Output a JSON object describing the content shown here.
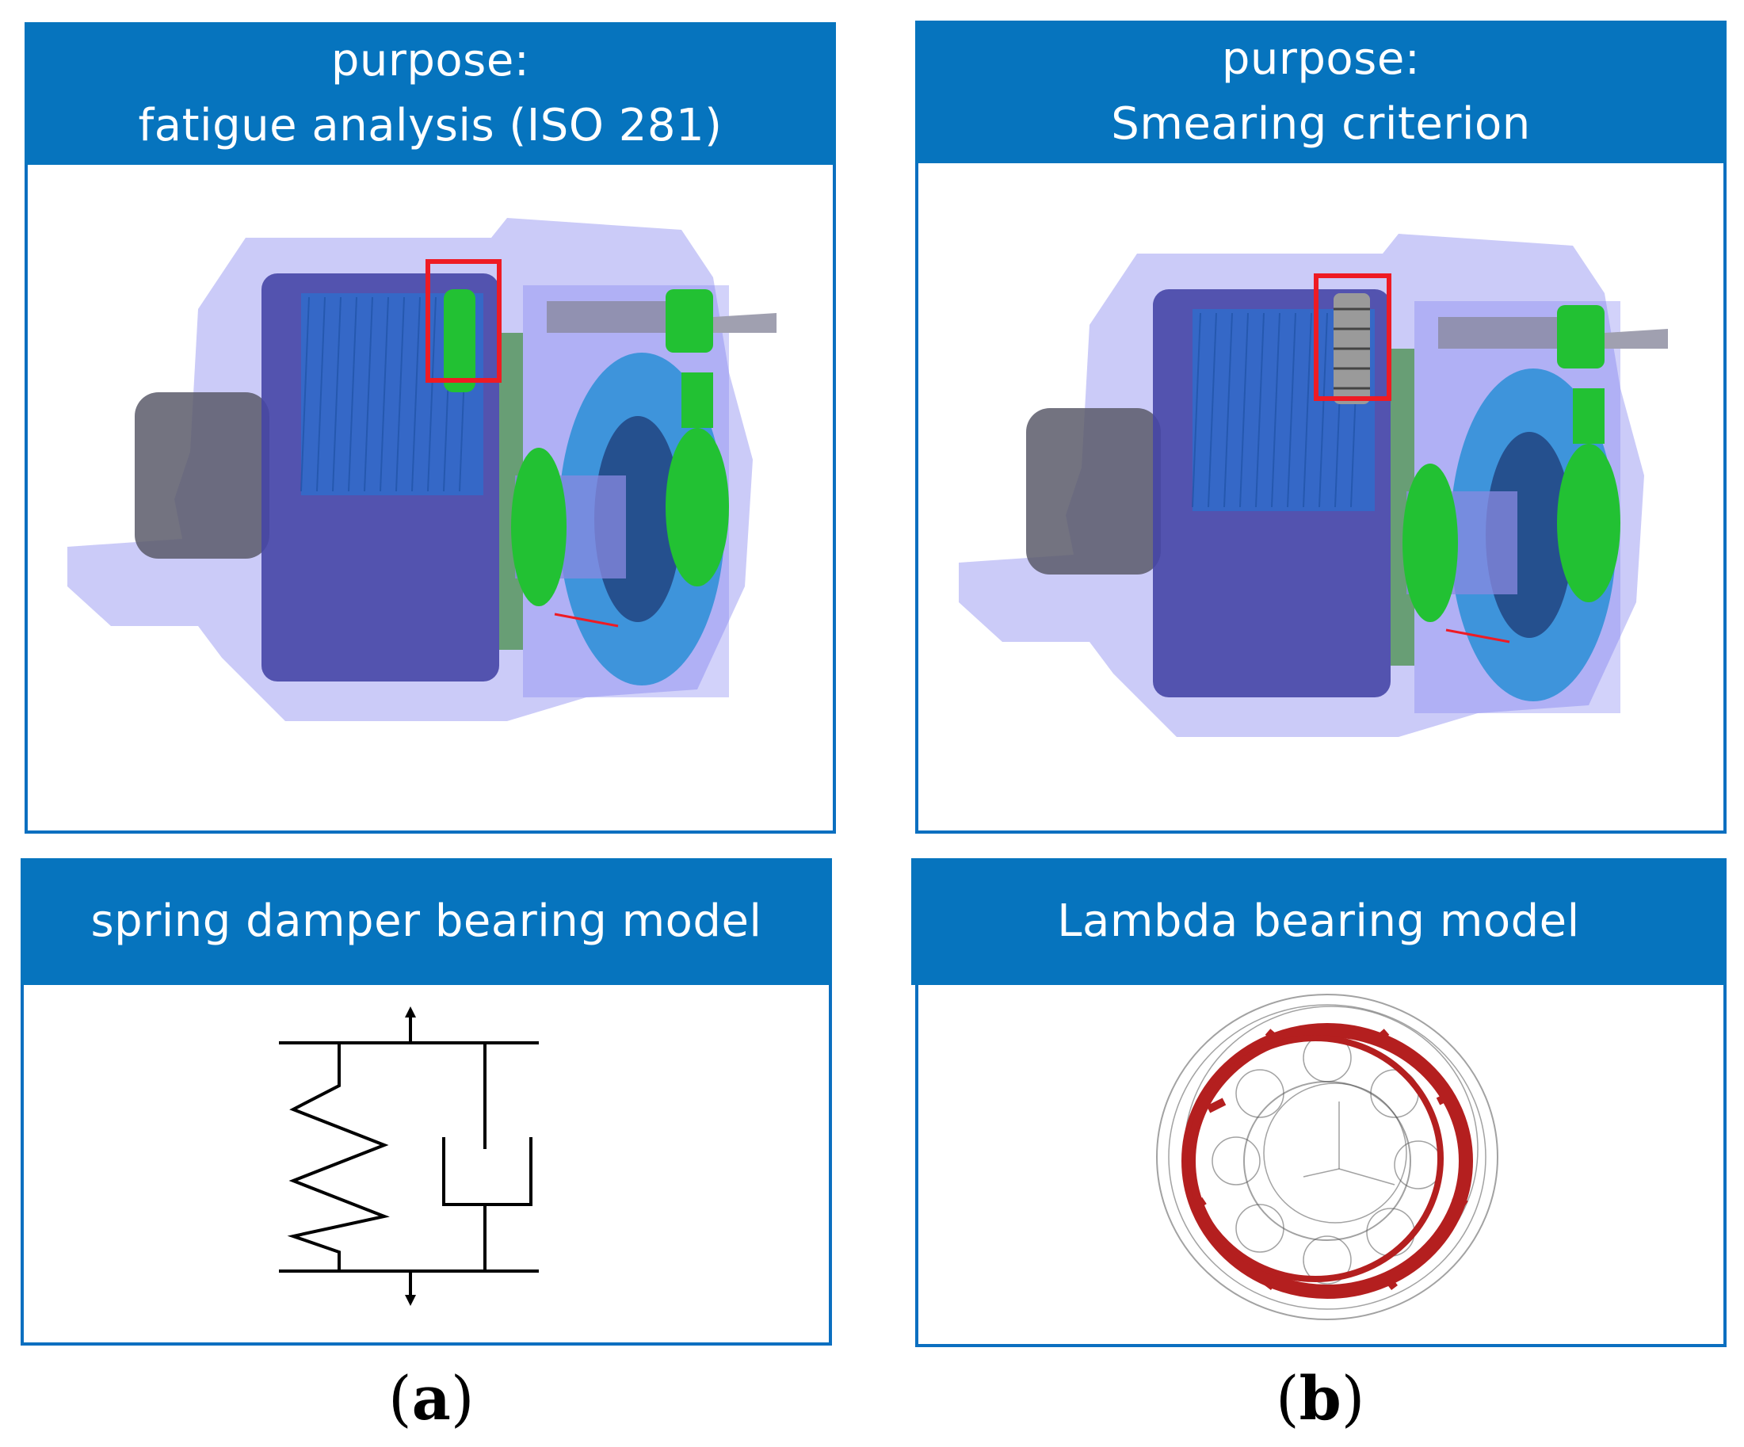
{
  "panel_a": {
    "top_header": {
      "line1": "purpose:",
      "line2": "fatigue analysis (ISO 281)"
    },
    "bottom_header": "spring damper bearing model",
    "caption_open": "(",
    "caption_letter": "a",
    "caption_close": ")"
  },
  "panel_b": {
    "top_header": {
      "line1": "purpose:",
      "line2": "Smearing criterion"
    },
    "bottom_header": "Lambda bearing model",
    "caption_open": "(",
    "caption_letter": "b",
    "caption_close": ")"
  },
  "colors": {
    "header_blue": "#0674be",
    "housing_violet": "#6b6bea",
    "gear_teal": "#2a8fd6",
    "bearing_green": "#22c133",
    "highlight_red": "#ee1b24",
    "ring_red": "#b41f1f"
  }
}
